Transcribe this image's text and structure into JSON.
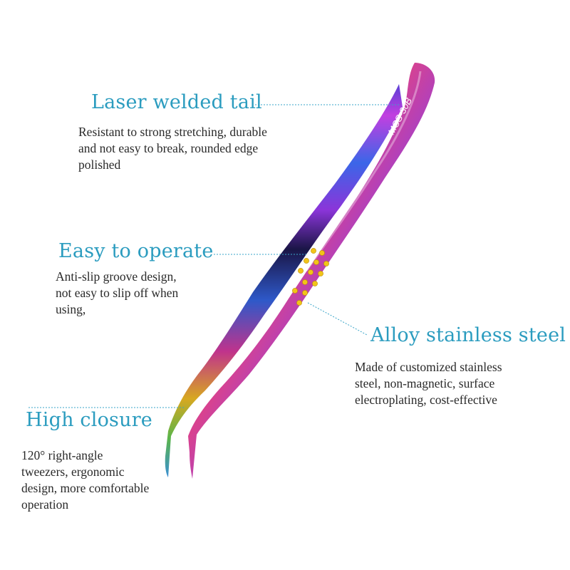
{
  "product": {
    "model_label": "MCS-30B"
  },
  "colors": {
    "title": "#2b9cbf",
    "description": "#2a2a2a",
    "leader_line": "#3aa5c8",
    "background": "#ffffff",
    "dots": "#f2c418"
  },
  "features": [
    {
      "title": "Laser welded tail",
      "description_lines": [
        "Resistant to strong stretching, durable",
        "and not easy to break, rounded edge",
        "polished"
      ]
    },
    {
      "title": "Easy to operate",
      "description_lines": [
        "Anti-slip groove design,",
        "not easy to slip off when",
        "using,"
      ]
    },
    {
      "title": "Alloy stainless steel",
      "description_lines": [
        "Made of customized stainless",
        "steel, non-magnetic, surface",
        "electroplating, cost-effective"
      ]
    },
    {
      "title": "High closure",
      "description_lines": [
        "120° right-angle",
        "tweezers, ergonomic",
        "design, more comfortable",
        "operation"
      ]
    }
  ]
}
